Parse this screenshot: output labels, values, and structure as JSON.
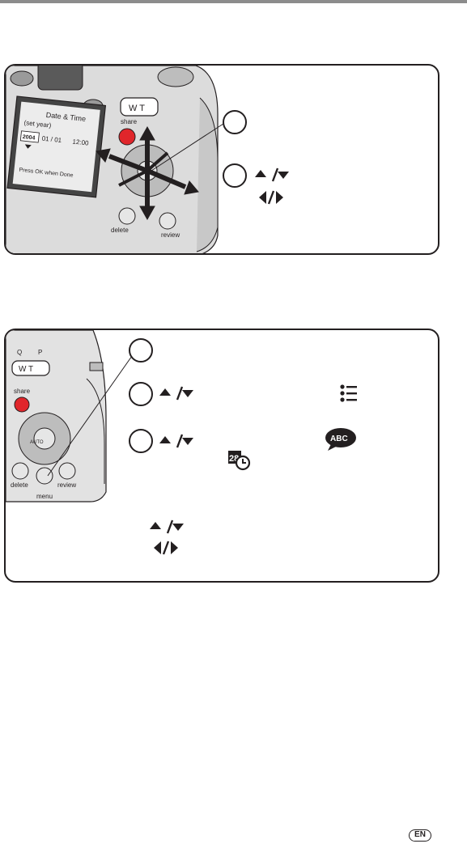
{
  "page": {
    "language_badge": "EN"
  },
  "panel1": {
    "illustration": "camera-back-lcd",
    "lcd": {
      "title": "Date & Time",
      "subtitle": "(set year)",
      "year": "2004",
      "date": "01 / 01",
      "time": "12:00",
      "footer": "Press OK when Done"
    },
    "camera_labels": {
      "zoom": "W T",
      "share": "share",
      "delete": "delete",
      "review": "review"
    },
    "steps": [
      {
        "icon": "step-circle",
        "glyphs": []
      },
      {
        "icon": "step-circle",
        "glyphs": [
          "up-down-arrows-icon",
          "left-right-arrows-icon"
        ]
      }
    ]
  },
  "panel2": {
    "illustration": "camera-back-menu",
    "camera_labels": {
      "wide": "Q",
      "tele": "P",
      "zoom": "W T",
      "share": "share",
      "delete": "delete",
      "menu": "menu",
      "review": "review",
      "auto": "AUTO"
    },
    "steps": [
      {
        "icon": "step-circle",
        "glyphs": []
      },
      {
        "icon": "step-circle",
        "glyphs": [
          "up-down-arrows-icon",
          "setup-menu-icon"
        ]
      },
      {
        "icon": "step-circle",
        "glyphs": [
          "up-down-arrows-icon",
          "language-icon",
          "date-time-icon"
        ]
      }
    ],
    "extra_glyphs": [
      "up-down-arrows-icon",
      "left-right-arrows-icon"
    ],
    "icon_text": {
      "language": "ABC",
      "date": "28"
    }
  },
  "colors": {
    "border": "#231f20",
    "share_button": "#e0262b",
    "camera_body": "#d8d8d8",
    "lcd": "#e9e9e9"
  }
}
